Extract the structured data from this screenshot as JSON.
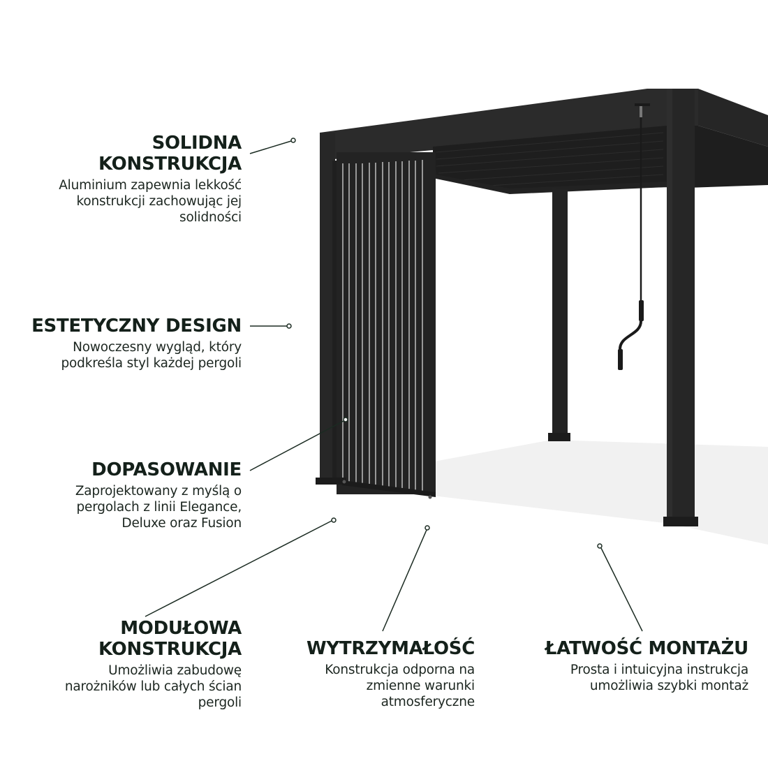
{
  "colors": {
    "text": "#14201a",
    "frame": "#2a2a2a",
    "frame_dark": "#1c1c1c",
    "shadow": "#f0f0f0",
    "callout_line": "#1b2b22"
  },
  "image": {
    "subject": "pergola-side-wall-panel",
    "description": "Black aluminium pergola with vertical slat side wall and crank handle"
  },
  "features": [
    {
      "id": "solid-construction",
      "title": "SOLIDNA\nKONSTRUKCJA",
      "description": "Aluminium zapewnia lekkość\nkonstrukcji zachowując jej\nsolidności"
    },
    {
      "id": "aesthetic-design",
      "title": "ESTETYCZNY DESIGN",
      "description": "Nowoczesny wygląd, który\npodkreśla styl każdej pergoli"
    },
    {
      "id": "fit",
      "title": "DOPASOWANIE",
      "description": "Zaprojektowany z myślą o\npergolach z linii Elegance,\nDeluxe oraz Fusion"
    },
    {
      "id": "modular-construction",
      "title": "MODUŁOWA\nKONSTRUKCJA",
      "description": "Umożliwia zabudowę\nnarożników lub całych ścian\npergoli"
    },
    {
      "id": "durability",
      "title": "WYTRZYMAŁOŚĆ",
      "description": "Konstrukcja odporna na\nzmienne warunki\natmosferyczne"
    },
    {
      "id": "easy-assembly",
      "title": "ŁATWOŚĆ MONTAŻU",
      "description": "Prosta i intuicyjna instrukcja\numożliwia szybki montaż"
    }
  ]
}
